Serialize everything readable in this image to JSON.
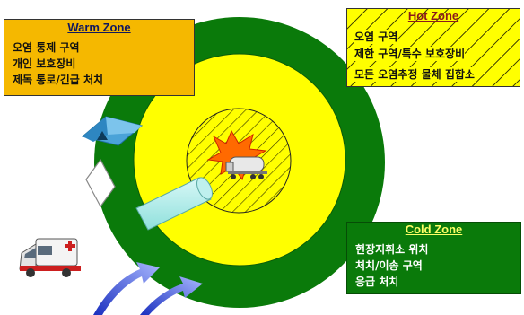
{
  "warm_zone": {
    "title": "Warm Zone",
    "lines": [
      "오염 통제 구역",
      "개인 보호장비",
      "제독 통로/긴급 처치"
    ],
    "color": "#f5b800"
  },
  "hot_zone": {
    "title": "Hot Zone",
    "lines": [
      "오염 구역",
      "제한 구역/특수 보호장비",
      "모든 오염추정 물체 집합소"
    ],
    "color": "#ffff00"
  },
  "cold_zone": {
    "title": "Cold Zone",
    "lines": [
      "현장지휘소 위치",
      "처치/이송 구역",
      "응급 처치"
    ],
    "color": "#0a7a0a"
  },
  "icons": [
    "tent-icon",
    "decon-pad-icon",
    "decon-tube-icon",
    "explosion-icon",
    "tanker-truck-icon",
    "ambulance-icon",
    "arrow-icon"
  ]
}
